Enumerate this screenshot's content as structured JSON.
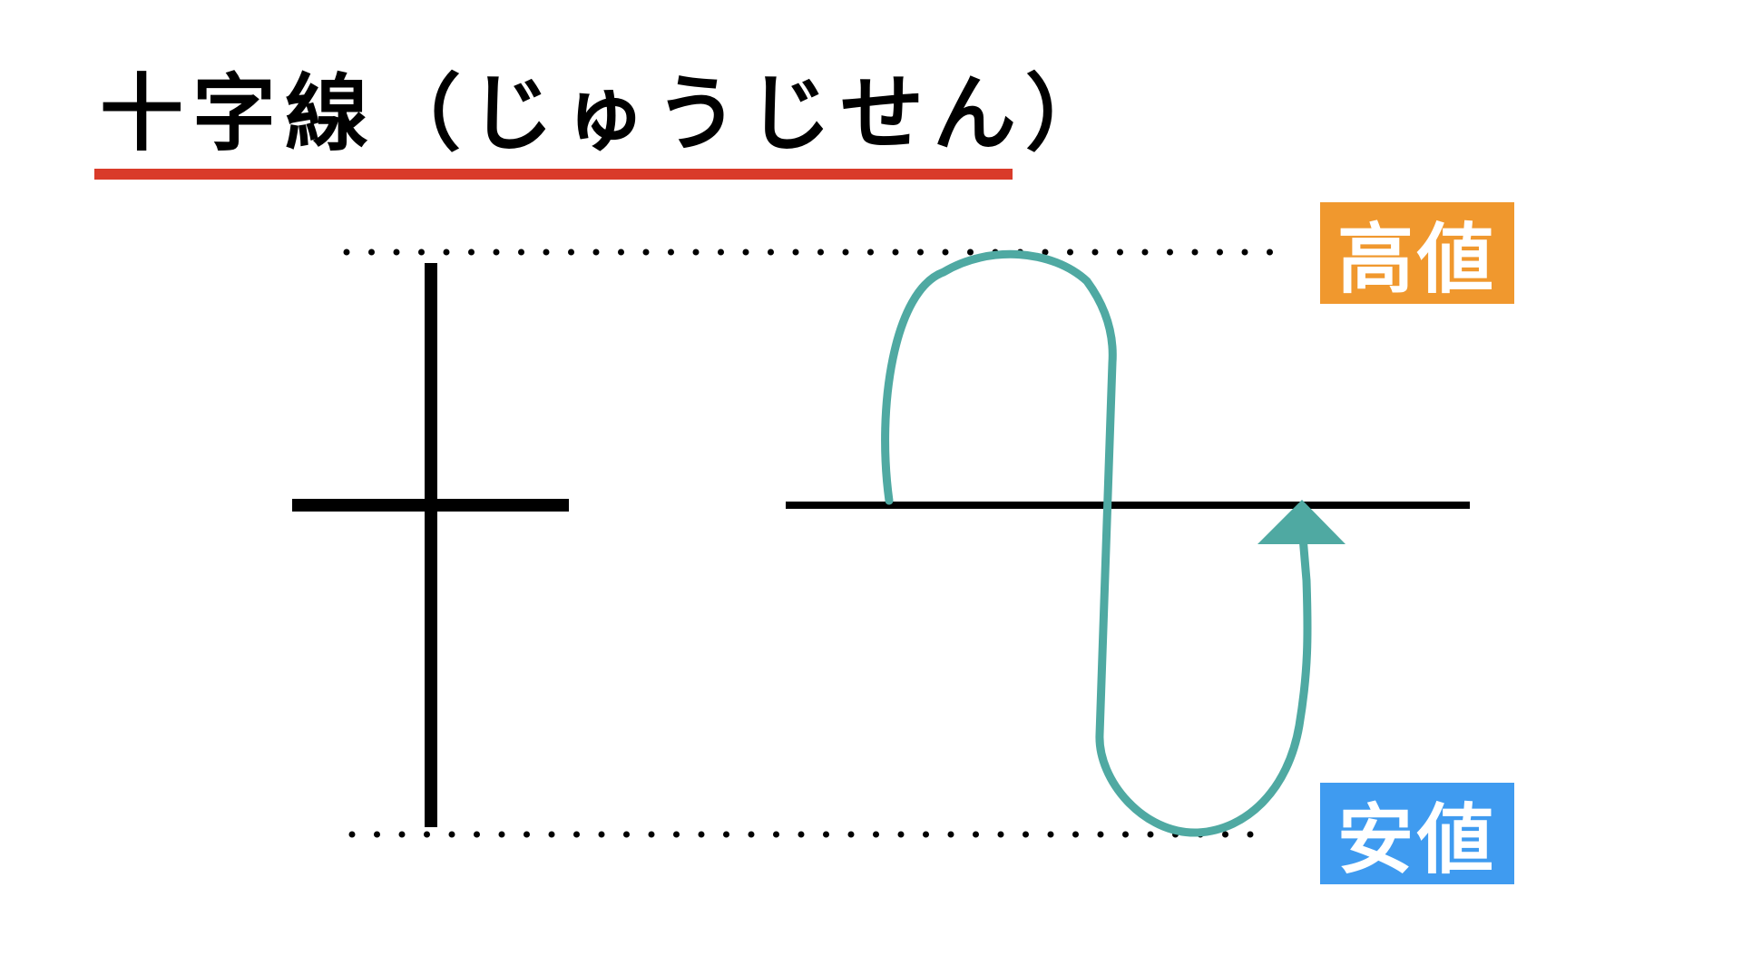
{
  "title": {
    "text": "十字線（じゅうじせん）"
  },
  "labels": {
    "high": "高値",
    "low": "安値"
  },
  "colors": {
    "title_underline": "#d93b2a",
    "high_label_bg": "#f0982e",
    "low_label_bg": "#3f9bf0",
    "price_path": "#4fa9a2",
    "candle": "#000000"
  }
}
